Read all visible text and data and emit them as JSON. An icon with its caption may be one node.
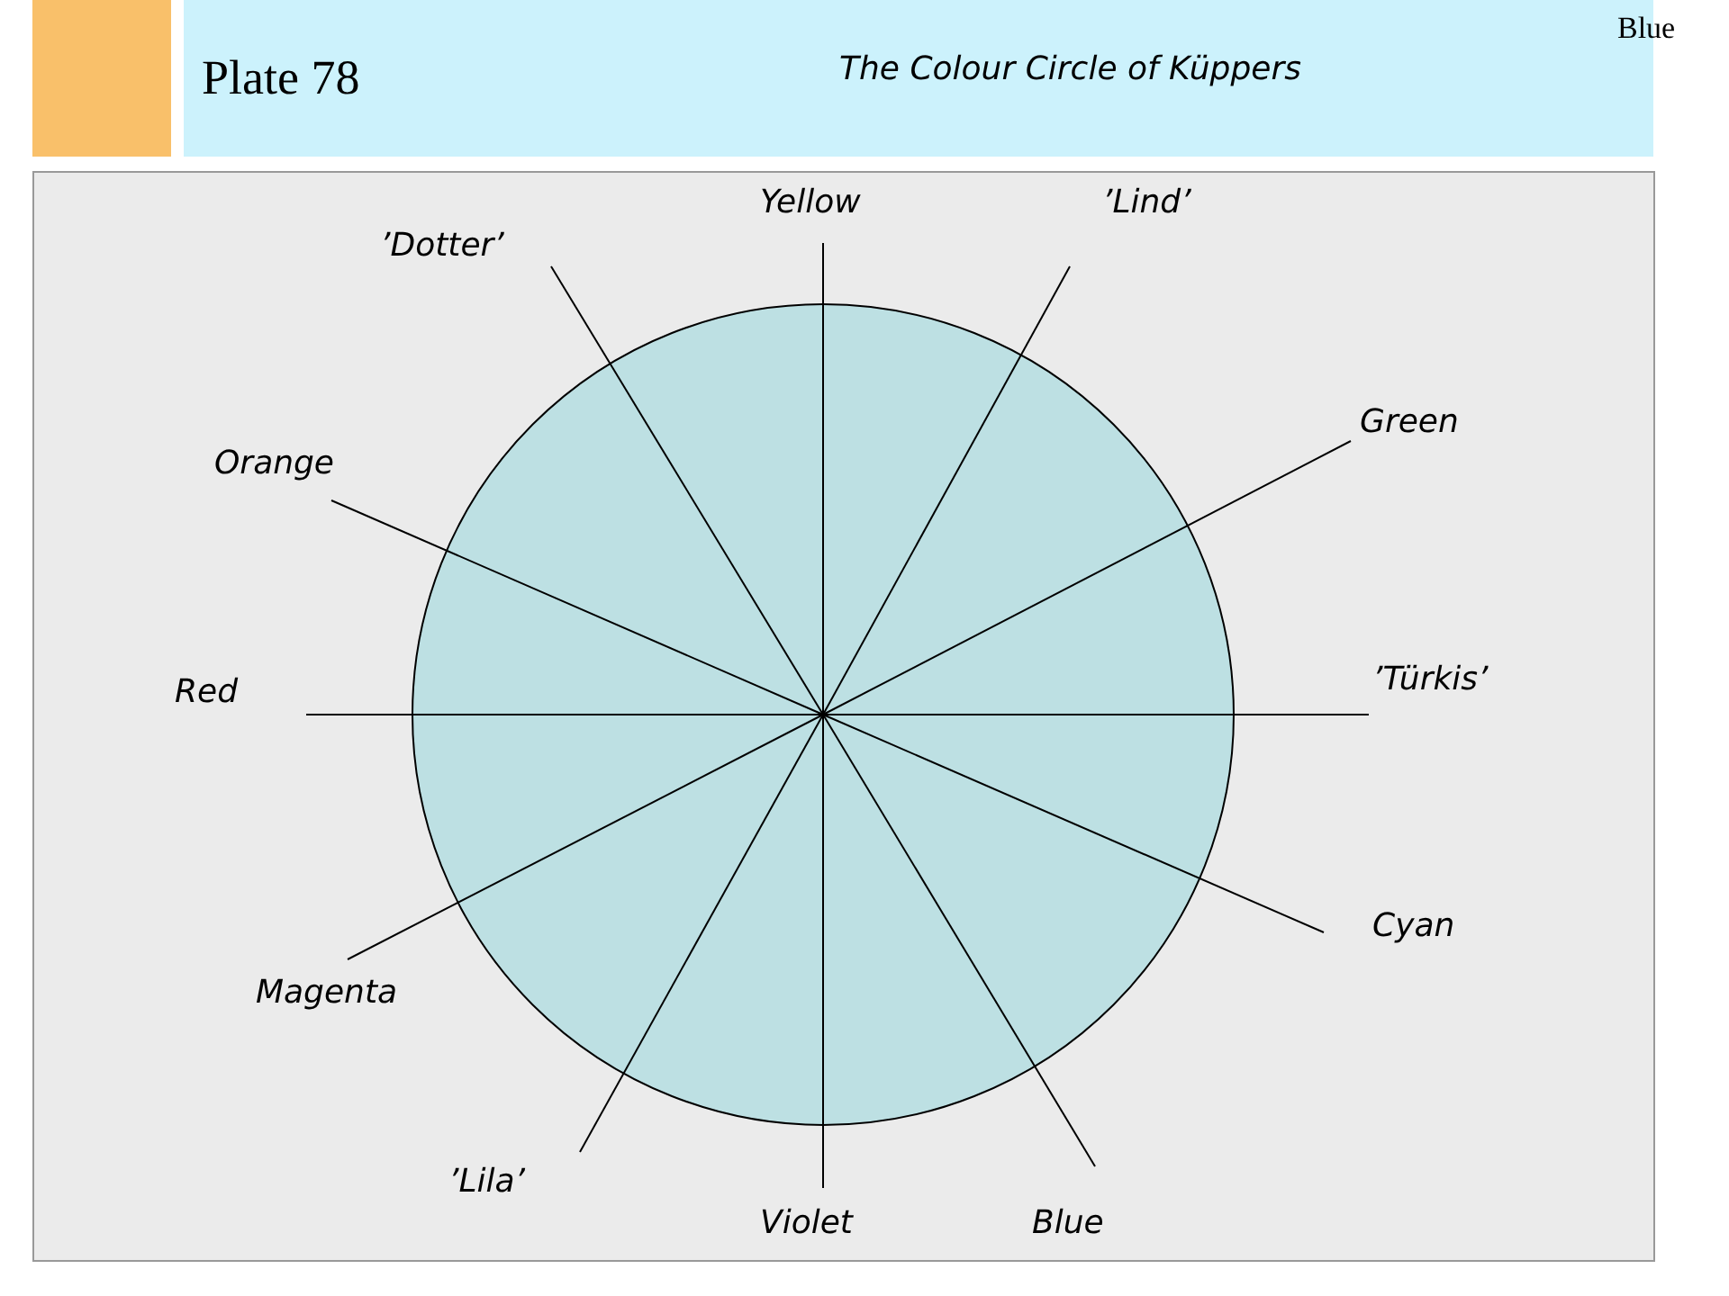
{
  "diagram": {
    "title": "The Colour Circle of Küppers",
    "labels": [
      "Plate 78",
      "Blue",
      "’Dotter’",
      "Yellow",
      "’Lind’",
      "Green",
      "Orange",
      "Red",
      "’Türkis’",
      "Cyan",
      "Magenta",
      "’Lila’",
      "Violet",
      "Blue"
    ]
  }
}
